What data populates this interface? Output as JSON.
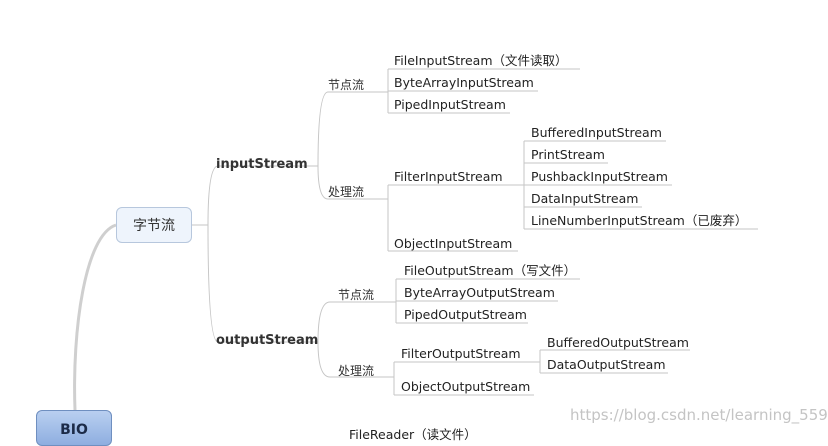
{
  "root": "BIO",
  "byte_stream": "字节流",
  "input": {
    "label": "inputStream",
    "node_group": {
      "label": "节点流",
      "items": [
        "FileInputStream（文件读取）",
        "ByteArrayInputStream",
        "PipedInputStream"
      ]
    },
    "processing_group": {
      "label": "处理流",
      "filter": "FilterInputStream",
      "filter_children": [
        "BufferedInputStream",
        "PrintStream",
        "PushbackInputStream",
        "DataInputStream",
        "LineNumberInputStream（已废弃）"
      ],
      "object": "ObjectInputStream"
    }
  },
  "output": {
    "label": "outputStream",
    "node_group": {
      "label": "节点流",
      "items": [
        "FileOutputStream（写文件）",
        "ByteArrayOutputStream",
        "PipedOutputStream"
      ]
    },
    "processing_group": {
      "label": "处理流",
      "filter": "FilterOutputStream",
      "filter_children": [
        "BufferedOutputStream",
        "DataOutputStream"
      ],
      "object": "ObjectOutputStream"
    }
  },
  "cutoff_item": "FileReader（读文件）",
  "watermark": "https://blog.csdn.net/learning_559"
}
